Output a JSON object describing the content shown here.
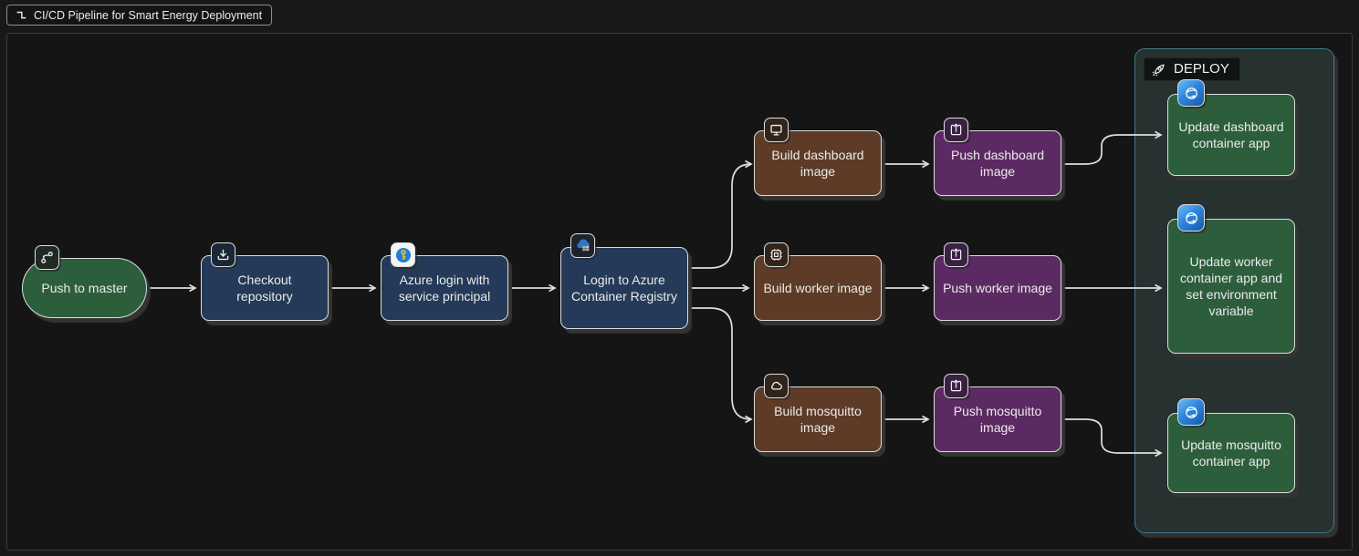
{
  "title": {
    "text": "CI/CD Pipeline for Smart Energy Deployment",
    "icon": "flow-elbow-icon"
  },
  "subgraph": {
    "label": "DEPLOY",
    "icon": "rocket-icon",
    "border_color": "#3E7B91",
    "background": "#263130"
  },
  "colors": {
    "background": "#151515",
    "node_border": "#DCDCDC",
    "edge": "#DFDFDF",
    "text": "#EBEBEB",
    "green": "#2D5E3C",
    "navy": "#243A58",
    "brown": "#5D3B26",
    "purple": "#5C2A62"
  },
  "nodes": {
    "push_master": {
      "label": "Push to master",
      "shape": "stadium",
      "color": "#2D5E3C",
      "icon": "git-branch-icon"
    },
    "checkout": {
      "label": "Checkout repository",
      "shape": "rect",
      "color": "#243A58",
      "icon": "download-icon"
    },
    "azure_login": {
      "label": "Azure login with service principal",
      "shape": "rect",
      "color": "#243A58",
      "icon": "azure-key-icon"
    },
    "acr_login": {
      "label": "Login to Azure Container Registry",
      "shape": "rect",
      "color": "#243A58",
      "icon": "azure-container-registry-icon"
    },
    "build_dashboard": {
      "label": "Build dashboard image",
      "shape": "rect",
      "color": "#5D3B26",
      "icon": "monitor-icon"
    },
    "build_worker": {
      "label": "Build worker image",
      "shape": "rect",
      "color": "#5D3B26",
      "icon": "cpu-icon"
    },
    "build_mosquitto": {
      "label": "Build mosquitto image",
      "shape": "rect",
      "color": "#5D3B26",
      "icon": "cloud-icon"
    },
    "push_dashboard": {
      "label": "Push dashboard image",
      "shape": "rect",
      "color": "#5C2A62",
      "icon": "upload-icon"
    },
    "push_worker": {
      "label": "Push worker image",
      "shape": "rect",
      "color": "#5C2A62",
      "icon": "upload-icon"
    },
    "push_mosquitto": {
      "label": "Push mosquitto image",
      "shape": "rect",
      "color": "#5C2A62",
      "icon": "upload-icon"
    },
    "update_dashboard": {
      "label": "Update dashboard container app",
      "shape": "rect",
      "color": "#2D5E3C",
      "icon": "container-apps-icon"
    },
    "update_worker": {
      "label": "Update worker container app and set environment variable",
      "shape": "rect",
      "color": "#2D5E3C",
      "icon": "container-apps-icon"
    },
    "update_mosquitto": {
      "label": "Update mosquitto container app",
      "shape": "rect",
      "color": "#2D5E3C",
      "icon": "container-apps-icon"
    }
  },
  "edges": [
    {
      "from": "push_master",
      "to": "checkout"
    },
    {
      "from": "checkout",
      "to": "azure_login"
    },
    {
      "from": "azure_login",
      "to": "acr_login"
    },
    {
      "from": "acr_login",
      "to": "build_dashboard"
    },
    {
      "from": "acr_login",
      "to": "build_worker"
    },
    {
      "from": "acr_login",
      "to": "build_mosquitto"
    },
    {
      "from": "build_dashboard",
      "to": "push_dashboard"
    },
    {
      "from": "build_worker",
      "to": "push_worker"
    },
    {
      "from": "build_mosquitto",
      "to": "push_mosquitto"
    },
    {
      "from": "push_dashboard",
      "to": "update_dashboard"
    },
    {
      "from": "push_worker",
      "to": "update_worker"
    },
    {
      "from": "push_mosquitto",
      "to": "update_mosquitto"
    }
  ]
}
